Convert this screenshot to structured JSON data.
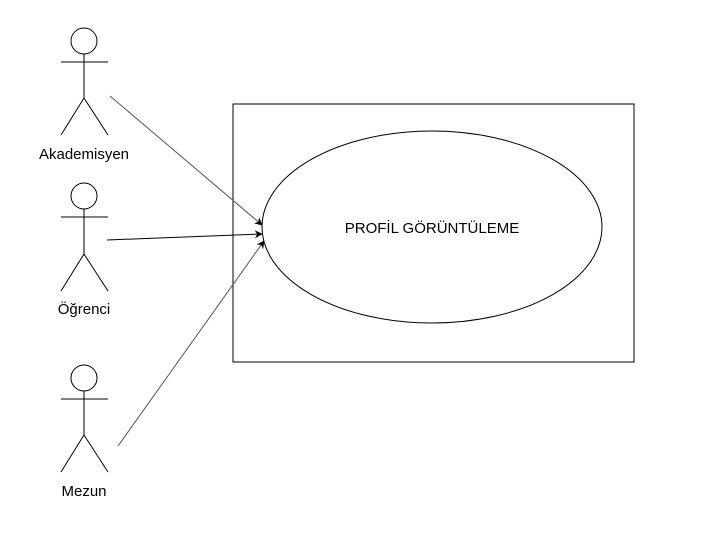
{
  "actors": [
    {
      "id": "akademisyen",
      "label": "Akademisyen"
    },
    {
      "id": "ogrenci",
      "label": "Öğrenci"
    },
    {
      "id": "mezun",
      "label": "Mezun"
    }
  ],
  "use_case": {
    "label": "PROFİL GÖRÜNTÜLEME"
  },
  "colors": {
    "stroke": "#000000",
    "background": "#ffffff",
    "association_line": "#555555"
  }
}
